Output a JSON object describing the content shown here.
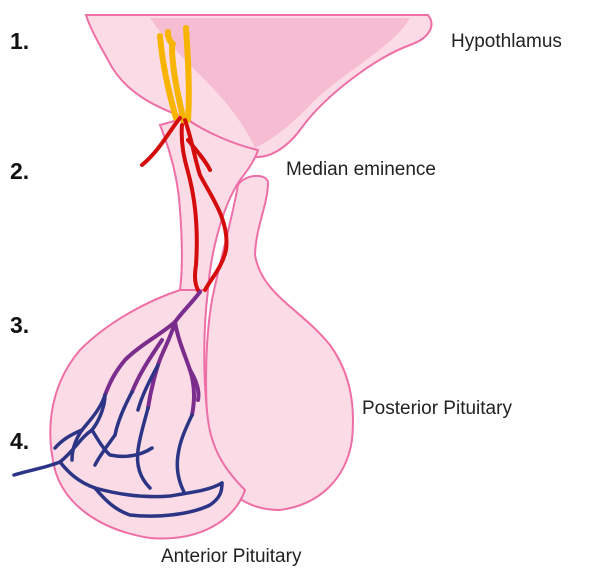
{
  "steps": [
    "1.",
    "2.",
    "3.",
    "4."
  ],
  "labels": {
    "hypothalamus": "Hypothlamus",
    "median_eminence": "Median eminence",
    "posterior_pituitary": "Posterior Pituitary",
    "anterior_pituitary": "Anterior Pituitary"
  },
  "colors": {
    "tissue_fill": "#fbdbe6",
    "tissue_outline": "#ee6fa6",
    "neurons": "#f7b400",
    "capillaries": "#d50c0c",
    "portal_vessels": "#7a2d8c",
    "venous_plexus": "#2c3585"
  }
}
